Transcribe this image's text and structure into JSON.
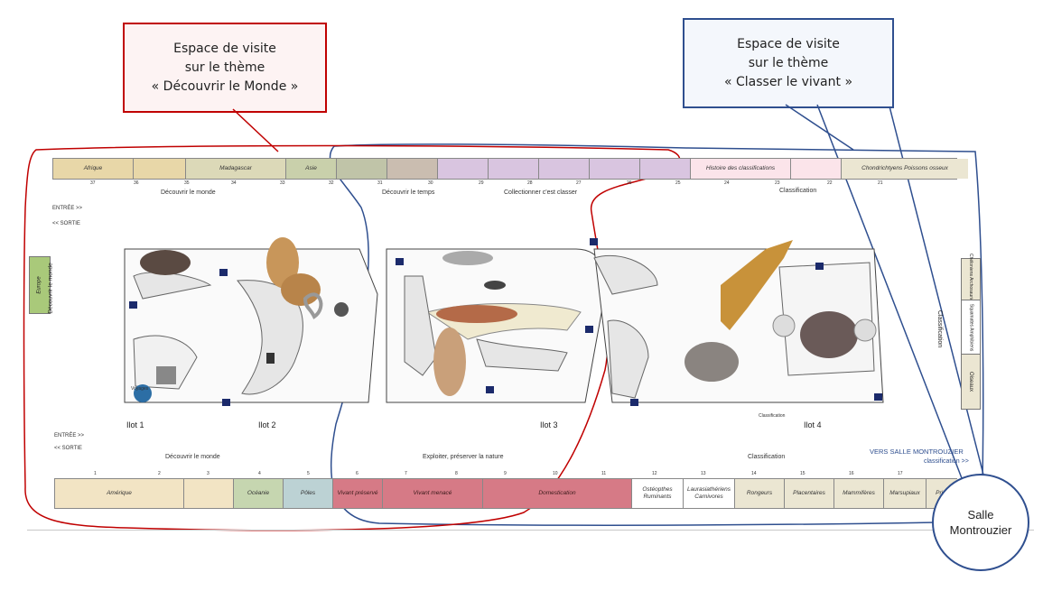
{
  "callouts": {
    "left": {
      "line1": "Espace de visite",
      "line2": "sur le thème",
      "line3": "« Découvrir le Monde »"
    },
    "right": {
      "line1": "Espace de visite",
      "line2": "sur le thème",
      "line3": "« Classer le vivant »"
    }
  },
  "salle_label": "Salle Montrouzier",
  "top_band": [
    "Afrique",
    "",
    "Madagascar",
    "Asie",
    "",
    "",
    "",
    "",
    "",
    "",
    "",
    "Histoire des classifications",
    "",
    "Chondrichtyens Poissons osseux"
  ],
  "top_numbers": [
    "37",
    "36",
    "35",
    "34",
    "33",
    "32",
    "31",
    "30",
    "29",
    "28",
    "27",
    "26",
    "25",
    "24",
    "23",
    "22",
    "21"
  ],
  "top_labels": {
    "decouvrir_monde": "Découvrir le monde",
    "decouvrir_temps": "Découvrir le temps",
    "collectionner": "Collectionner c'est classer",
    "classification": "Classification"
  },
  "bottom_band": [
    "Amérique",
    "",
    "",
    "Océanie",
    "Pôles",
    "Vivant préservé",
    "Vivant menacé",
    "",
    "Domestication",
    "",
    "Ostéopthes Ruminants",
    "Laurasiathériens Carnivores",
    "Rongeurs",
    "Placentaires",
    "Mammifères",
    "Marsupiaux",
    "Primates"
  ],
  "bottom_numbers": [
    "1",
    "2",
    "3",
    "4",
    "5",
    "6",
    "7",
    "8",
    "9",
    "10",
    "11",
    "12",
    "13",
    "14",
    "15",
    "16",
    "17"
  ],
  "bottom_labels": {
    "decouvrir_monde": "Découvrir le monde",
    "exploiter": "Exploiter, préserver la nature",
    "classification": "Classification",
    "vers_salle": "VERS SALLE MONTROUZIER",
    "vers_salle_sub": "classification  >>"
  },
  "entrance": {
    "entree_top": "ENTRÉE >>",
    "sortie_top": "<< SORTIE",
    "entree_bottom": "ENTRÉE >>",
    "sortie_bottom": "<< SORTIE"
  },
  "ilots": [
    "Ilot 1",
    "Ilot 2",
    "Ilot 3",
    "Ilot 4"
  ],
  "left_side": {
    "europe": "Europe",
    "decouvrir": "Découvrir le monde"
  },
  "right_side": {
    "classification": "Classification",
    "chelonians": "Chéloniens Archosauriens",
    "squamates": "Squamates Amphibiens",
    "oiseaux": "Oiseaux"
  },
  "small_labels": {
    "voyages": "Voyages",
    "classification_small": "Classification"
  }
}
